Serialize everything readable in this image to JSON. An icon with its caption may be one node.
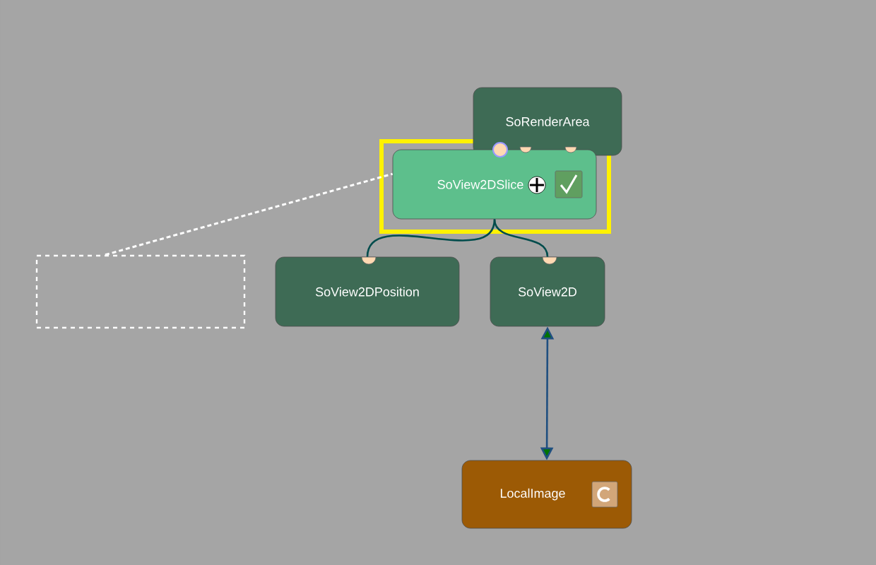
{
  "diagram": {
    "nodes": [
      {
        "text": [
          "SoRenderArea"
        ]
      },
      {
        "text": [
          "SoView2DSlice"
        ]
      },
      {
        "text": [
          "SoView2DPosition"
        ]
      },
      {
        "text": [
          "SoView2D"
        ]
      },
      {
        "text": [
          "LocalImage"
        ]
      },
      {
        "text": [],
        "shape": "box"
      }
    ],
    "edges": [
      {
        "from": 1,
        "to": 2,
        "arrow": "none"
      },
      {
        "from": 1,
        "to": 3,
        "arrow": "none"
      },
      {
        "from": 4,
        "to": 3,
        "arrow": "both",
        "color": "#1f4f80"
      },
      {
        "from": 5,
        "to": 1,
        "arrow": "none",
        "style": "dashed",
        "color": "#ffffff"
      }
    ]
  }
}
